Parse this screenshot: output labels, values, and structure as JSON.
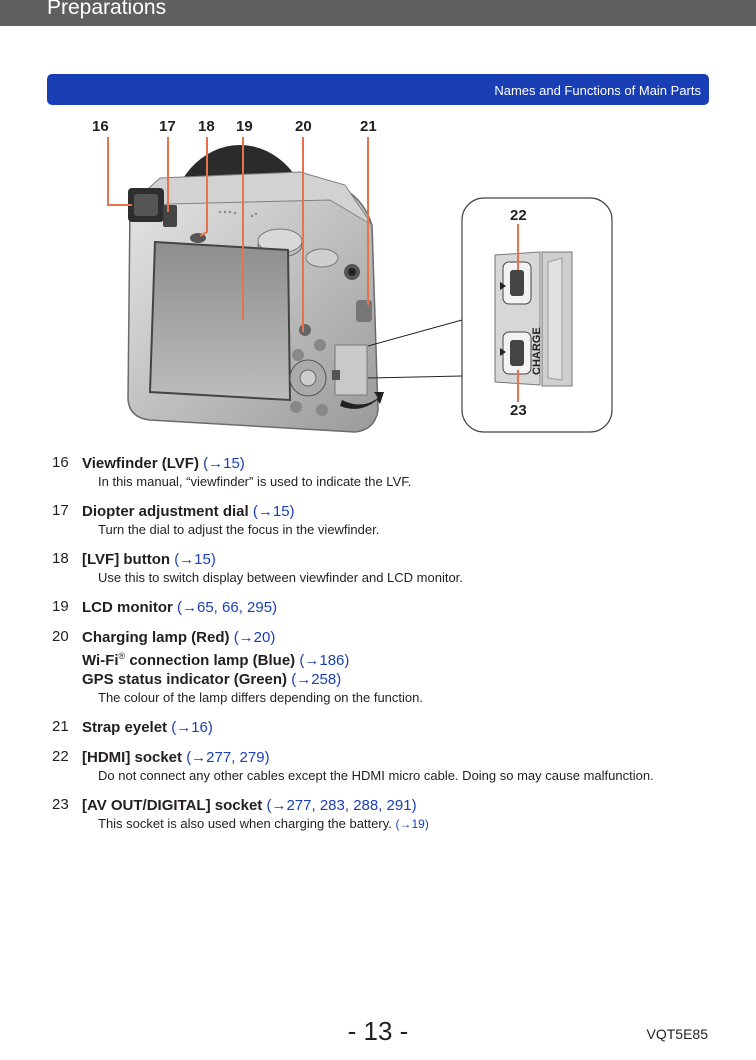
{
  "header": {
    "title": "Preparations"
  },
  "section": {
    "title": "Names and Functions of Main Parts"
  },
  "callouts": [
    "16",
    "17",
    "18",
    "19",
    "20",
    "21"
  ],
  "inset_callouts": {
    "top": "22",
    "bottom": "23",
    "charge_label": "CHARGE"
  },
  "items": [
    {
      "number": "16",
      "lines": [
        {
          "label": "Viewfinder (LVF)",
          "ref": "(→15)"
        }
      ],
      "desc": "In this manual, “viewfinder” is used to indicate the LVF.",
      "desc_ref": ""
    },
    {
      "number": "17",
      "lines": [
        {
          "label": "Diopter adjustment dial",
          "ref": "(→15)"
        }
      ],
      "desc": "Turn the dial to adjust the focus in the viewfinder.",
      "desc_ref": ""
    },
    {
      "number": "18",
      "lines": [
        {
          "label": "[LVF] button",
          "ref": "(→15)"
        }
      ],
      "desc": "Use this to switch display between viewfinder and LCD monitor.",
      "desc_ref": ""
    },
    {
      "number": "19",
      "lines": [
        {
          "label": "LCD monitor",
          "ref": "(→65, 66, 295)"
        }
      ],
      "desc": "",
      "desc_ref": ""
    },
    {
      "number": "20",
      "lines": [
        {
          "label": "Charging lamp (Red)",
          "ref": "(→20)"
        },
        {
          "label": "Wi-Fi",
          "reg": "®",
          "label2": " connection lamp (Blue)",
          "ref": "(→186)"
        },
        {
          "label": "GPS status indicator (Green)",
          "ref": "(→258)"
        }
      ],
      "desc": "The colour of the lamp differs depending on the function.",
      "desc_ref": ""
    },
    {
      "number": "21",
      "lines": [
        {
          "label": "Strap eyelet",
          "ref": "(→16)"
        }
      ],
      "desc": "",
      "desc_ref": ""
    },
    {
      "number": "22",
      "lines": [
        {
          "label": "[HDMI] socket",
          "ref": "(→277, 279)"
        }
      ],
      "desc": "Do not connect any other cables except the HDMI micro cable. Doing so may cause malfunction.",
      "desc_ref": ""
    },
    {
      "number": "23",
      "lines": [
        {
          "label": "[AV OUT/DIGITAL] socket",
          "ref": "(→277, 283, 288, 291)"
        }
      ],
      "desc": "This socket is also used when charging the battery.",
      "desc_ref": "(→19)"
    }
  ],
  "footer": {
    "page": "- 13 -",
    "code": "VQT5E85"
  },
  "colors": {
    "header_bar": "#5f5f5f",
    "section_bar": "#1a3fb4",
    "reference_link": "#1a3fb4",
    "leader_line": "#e8734a"
  }
}
